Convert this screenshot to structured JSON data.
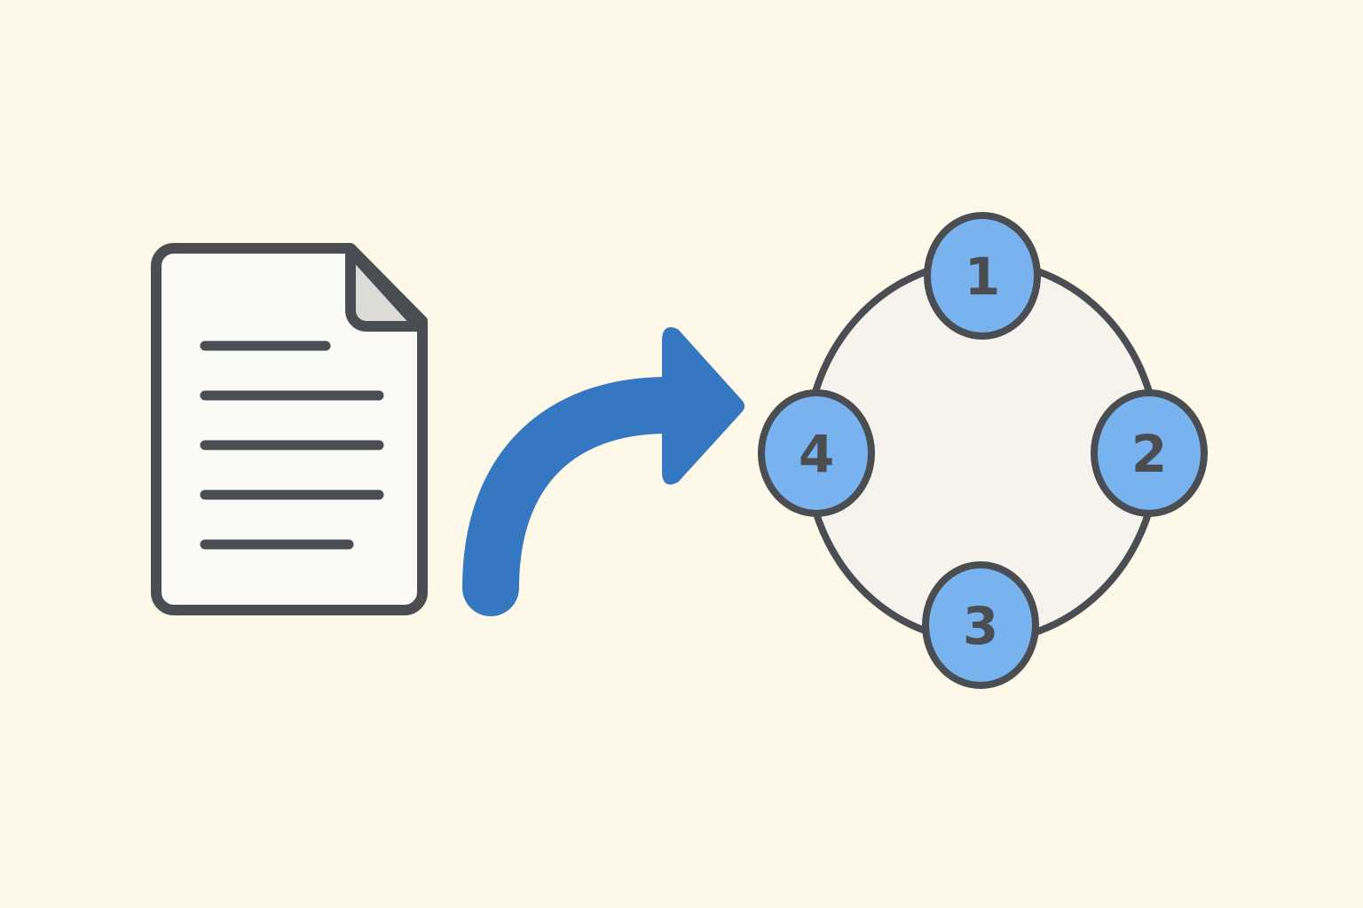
{
  "colors": {
    "background": "#fdf8e8",
    "outline": "#4a4d52",
    "document_fill": "#fbfaf6",
    "fold_fill": "#dcdbd7",
    "arrow": "#3577c0",
    "cycle_fill": "#f6f2ec",
    "node_fill": "#78b3f0"
  },
  "icons": {
    "document": "document-icon",
    "arrow": "curved-arrow-icon",
    "cycle": "cycle-icon"
  },
  "document": {
    "text_lines": 5
  },
  "cycle": {
    "steps": [
      {
        "label": "1"
      },
      {
        "label": "2"
      },
      {
        "label": "3"
      },
      {
        "label": "4"
      }
    ]
  }
}
